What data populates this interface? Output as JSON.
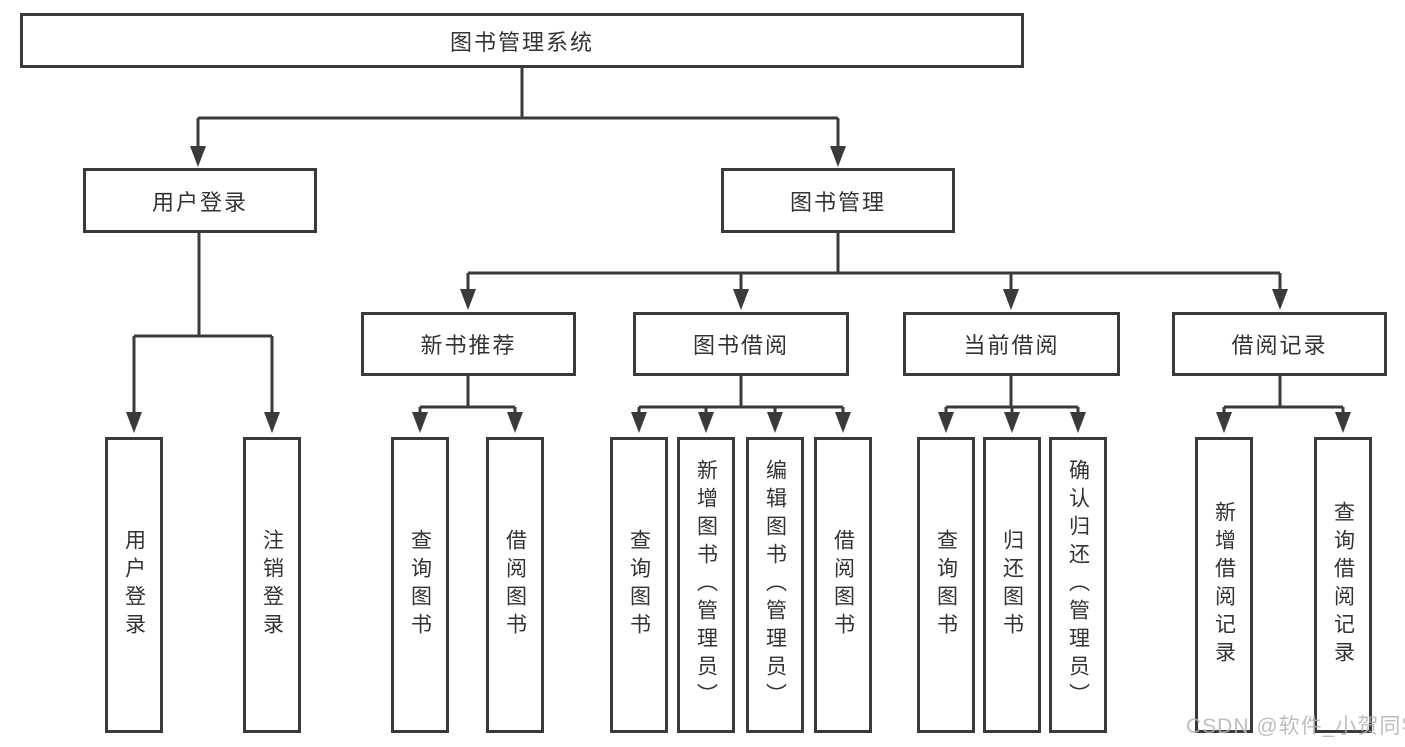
{
  "diagram": {
    "nodes": {
      "root": "图书管理系统",
      "user_login": "用户登录",
      "book_mgmt": "图书管理",
      "new_book": "新书推荐",
      "book_borrow": "图书借阅",
      "current_borrow": "当前借阅",
      "borrow_records": "借阅记录",
      "leaf_user_login": "用户登录",
      "leaf_logout": "注销登录",
      "leaf_query_1": "查询图书",
      "leaf_borrow_1": "借阅图书",
      "leaf_query_2": "查询图书",
      "leaf_add_admin": "新增图书（管理员）",
      "leaf_edit_admin": "编辑图书（管理员）",
      "leaf_borrow_2": "借阅图书",
      "leaf_query_3": "查询图书",
      "leaf_return": "归还图书",
      "leaf_confirm_admin": "确认归还（管理员）",
      "leaf_add_record": "新增借阅记录",
      "leaf_query_record": "查询借阅记录"
    }
  },
  "watermark": "CSDN @软件_小贺同学",
  "colors": {
    "line": "#3a3a3a",
    "text": "#333333",
    "watermark": "#b3b3b3"
  }
}
